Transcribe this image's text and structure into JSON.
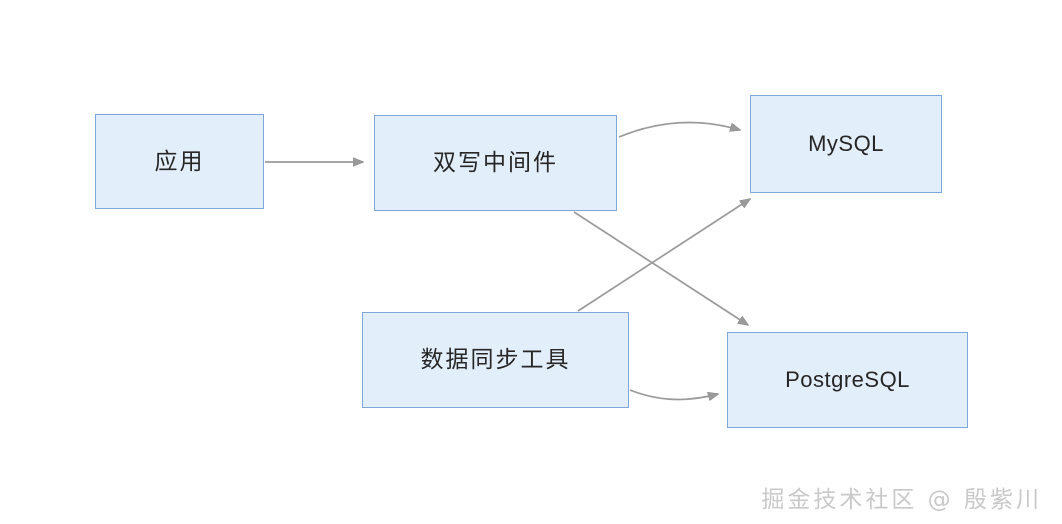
{
  "diagram": {
    "title": "",
    "background_color": "#ffffff",
    "node_fill_color": "#e2effb",
    "node_border_color": "#7ea6d9",
    "node_text_color": "#262626",
    "edge_color": "#9a9a9a",
    "nodes": [
      {
        "id": "app",
        "label": "应用",
        "script": "cjk"
      },
      {
        "id": "middleware",
        "label": "双写中间件",
        "script": "cjk"
      },
      {
        "id": "mysql",
        "label": "MySQL",
        "script": "latin"
      },
      {
        "id": "synctool",
        "label": "数据同步工具",
        "script": "cjk"
      },
      {
        "id": "postgres",
        "label": "PostgreSQL",
        "script": "latin"
      }
    ],
    "edges": [
      {
        "id": "app-to-middleware",
        "from": "app",
        "to": "middleware",
        "style": "straight",
        "label": ""
      },
      {
        "id": "middleware-to-mysql",
        "from": "middleware",
        "to": "mysql",
        "style": "curved",
        "label": ""
      },
      {
        "id": "middleware-to-postgres",
        "from": "middleware",
        "to": "postgres",
        "style": "straight",
        "label": ""
      },
      {
        "id": "synctool-to-mysql",
        "from": "synctool",
        "to": "mysql",
        "style": "straight",
        "label": ""
      },
      {
        "id": "synctool-to-postgres",
        "from": "synctool",
        "to": "postgres",
        "style": "curved",
        "label": ""
      }
    ]
  },
  "watermark": {
    "text": "掘金技术社区 @ 殷紫川",
    "color": "#c9c9c9"
  }
}
